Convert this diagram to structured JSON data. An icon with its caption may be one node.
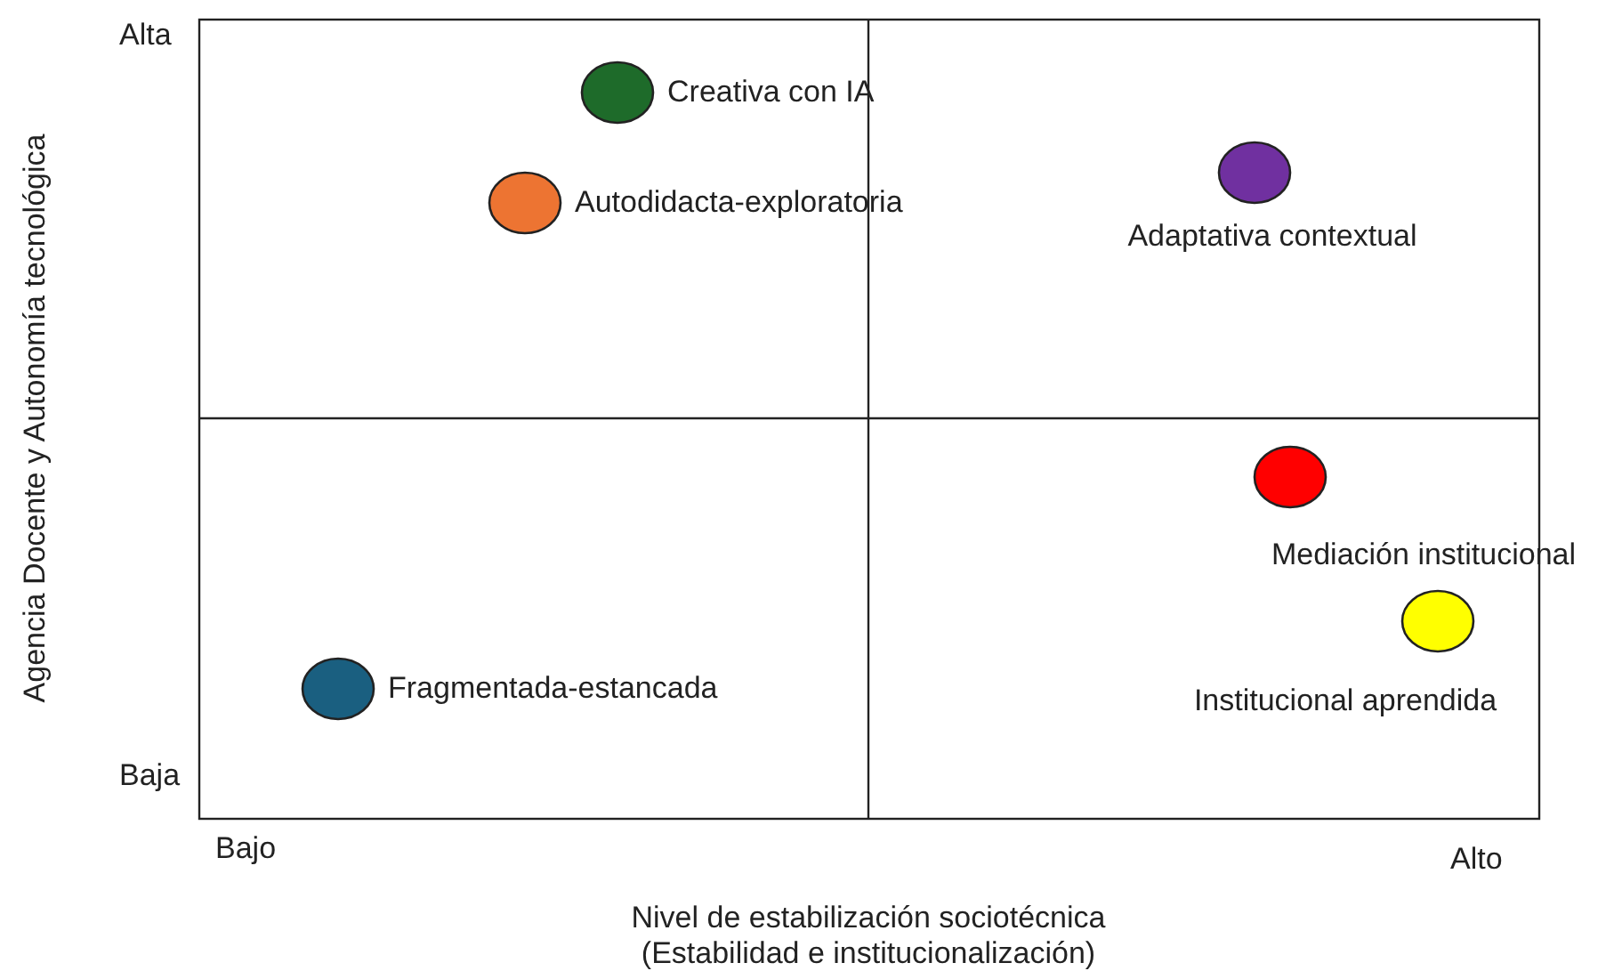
{
  "diagram": {
    "nodes": [
      {
        "text": [],
        "shape": "circle",
        "beside": [
          "Creativa con IA"
        ]
      },
      {
        "text": [],
        "shape": "circle",
        "beside": [
          "Autodidacta-exploratoria"
        ]
      },
      {
        "text": [],
        "shape": "circle",
        "beside": [
          "Adaptativa contextual"
        ]
      },
      {
        "text": [],
        "shape": "circle",
        "beside": [
          "Mediación institucional"
        ]
      },
      {
        "text": [],
        "shape": "circle",
        "beside": [
          "Institucional aprendida"
        ]
      },
      {
        "text": [],
        "shape": "circle",
        "beside": [
          "Fragmentada-estancada"
        ]
      }
    ],
    "labels": [
      "Alta",
      "Agencia Docente y Autonomía tecnológica",
      "Baja",
      "Bajo",
      "Alto",
      "Nivel de estabilización sociotécnica (Estabilidad e institucionalización)"
    ]
  }
}
